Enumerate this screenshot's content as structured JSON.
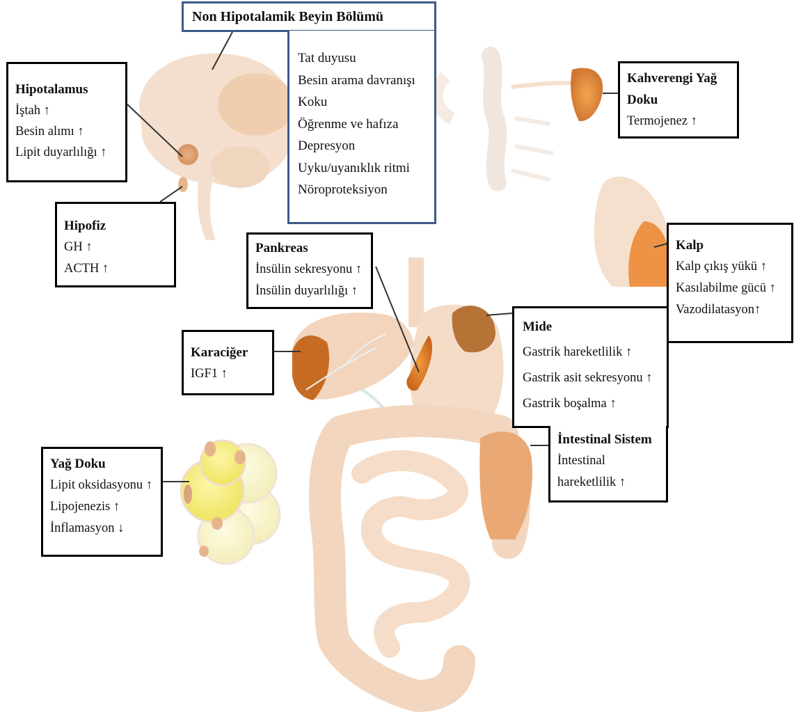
{
  "boxes": {
    "non_hipotalamik": {
      "title": "Non Hipotalamik Beyin Bölümü",
      "items": [
        "Tat duyusu",
        "Besin arama davranışı",
        "Koku",
        "Öğrenme ve hafıza",
        "Depresyon",
        "Uyku/uyanıklık ritmi",
        "Nöroproteksiyon"
      ]
    },
    "hipotalamus": {
      "title": "Hipotalamus",
      "items": [
        "İştah ↑",
        "Besin alımı ↑",
        "Lipit duyarlılığı ↑"
      ]
    },
    "hipofiz": {
      "title": "Hipofiz",
      "items": [
        "GH ↑",
        "ACTH ↑"
      ]
    },
    "pankreas": {
      "title": "Pankreas",
      "items": [
        "İnsülin sekresyonu ↑",
        "İnsülin duyarlılığı ↑"
      ]
    },
    "karaciger": {
      "title": "Karaciğer",
      "items": [
        "IGF1 ↑"
      ]
    },
    "yag_doku": {
      "title": "Yağ Doku",
      "items": [
        "Lipit oksidasyonu ↑",
        "Lipojenezis ↑",
        "İnflamasyon ↓"
      ]
    },
    "kahverengi": {
      "title_lines": [
        "Kahverengi Yağ",
        "Doku"
      ],
      "items": [
        "Termojenez ↑"
      ]
    },
    "kalp": {
      "title": "Kalp",
      "items": [
        "Kalp çıkış yükü ↑",
        "Kasılabilme gücü ↑",
        "Vazodilatasyon↑"
      ]
    },
    "mide": {
      "title": "Mide",
      "items": [
        "Gastrik hareketlilik ↑",
        "Gastrik asit sekresyonu ↑",
        "Gastrik boşalma ↑"
      ]
    },
    "intestinal": {
      "title": "İntestinal Sistem",
      "items": [
        "İntestinal",
        "hareketlilik ↑"
      ]
    }
  },
  "colors": {
    "organ_base": "#f6dcc6",
    "organ_highlight": "#e8923e",
    "organ_dark": "#c86a1a",
    "fat_yellow": "#f5ef60",
    "box_border_blue": "#3b5a8a"
  }
}
